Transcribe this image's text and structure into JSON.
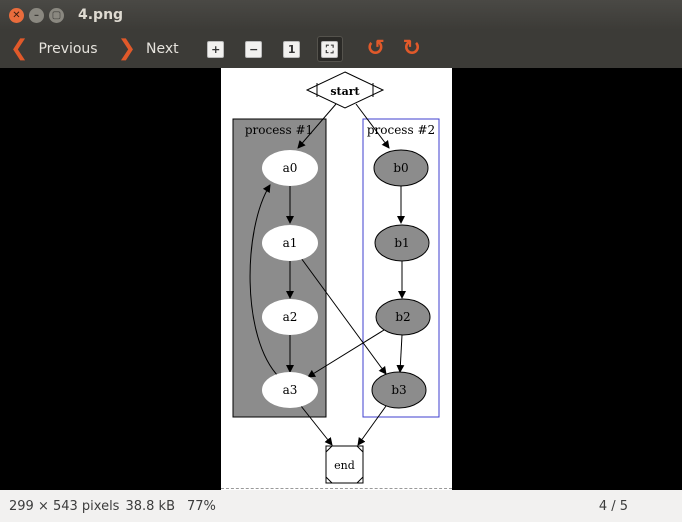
{
  "window": {
    "title": "4.png"
  },
  "toolbar": {
    "previous_label": "Previous",
    "next_label": "Next"
  },
  "graph": {
    "start": "start",
    "end": "end",
    "cluster1": {
      "label": "process #1",
      "nodes": [
        "a0",
        "a1",
        "a2",
        "a3"
      ]
    },
    "cluster2": {
      "label": "process #2",
      "nodes": [
        "b0",
        "b1",
        "b2",
        "b3"
      ]
    }
  },
  "status": {
    "dimensions": "299 × 543 pixels",
    "size": "38.8 kB",
    "zoom": "77%",
    "page": "4 / 5"
  },
  "colors": {
    "accent": "#e0592a",
    "cluster1_fill": "#8c8c8c",
    "cluster2_border": "#3f3fcf"
  }
}
